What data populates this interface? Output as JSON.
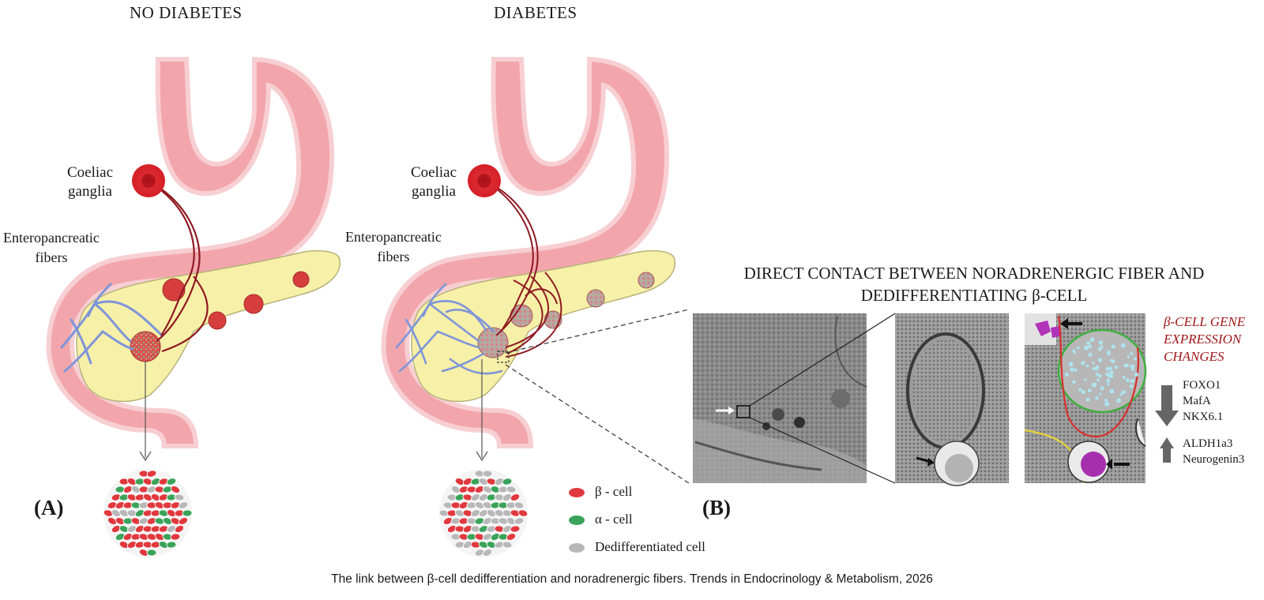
{
  "panels": {
    "no_diabetes": {
      "title": "NO DIABETES",
      "ganglia_line1": "Coeliac",
      "ganglia_line2": "ganglia",
      "fibers_line1": "Enteropancreatic",
      "fibers_line2": "fibers",
      "label": "(A)"
    },
    "diabetes": {
      "title": "DIABETES",
      "ganglia_line1": "Coeliac",
      "ganglia_line2": "ganglia",
      "fibers_line1": "Enteropancreatic",
      "fibers_line2": "fibers",
      "label": "(B)"
    }
  },
  "contact": {
    "title_line1": "DIRECT CONTACT BETWEEN NORADRENERGIC FIBER AND",
    "title_line2": "DEDIFFERENTIATING β-CELL"
  },
  "gene_changes": {
    "header_line1": "β-CELL GENE",
    "header_line2": "EXPRESSION",
    "header_line3": "CHANGES",
    "down": [
      "FOXO1",
      "MafA",
      "NKX6.1"
    ],
    "up": [
      "ALDH1a3",
      "Neurogenin3"
    ]
  },
  "legend": [
    {
      "label": "β - cell",
      "color": "#e0383e"
    },
    {
      "label": "α - cell",
      "color": "#3aa35a"
    },
    {
      "label": "Dedifferentiated cell",
      "color": "#b8b8b8"
    }
  ],
  "caption": "The link between β-cell dedifferentiation and noradrenergic fibers. Trends in Endocrinology & Metabolism, 2026",
  "colors": {
    "stomach": "#ee9aa0",
    "stomach_outline": "#f7c9cc",
    "pancreas": "#f7f0a8",
    "nerve_red": "#8e1a22",
    "nerve_blue": "#7f95d8",
    "ganglion": "#d11f28"
  }
}
